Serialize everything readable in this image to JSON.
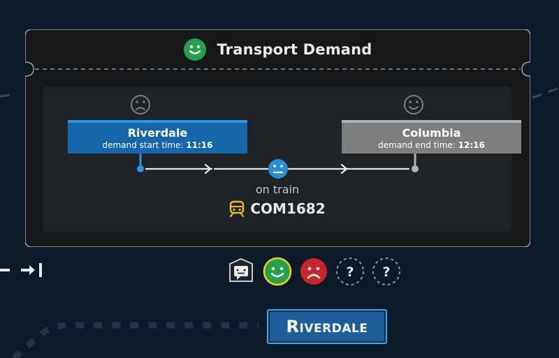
{
  "ticket": {
    "title": "Transport Demand",
    "mood": "happy"
  },
  "route": {
    "start": {
      "name": "Riverdale",
      "time_label": "demand start time: ",
      "time_value": "11:16",
      "mood": "sad"
    },
    "end": {
      "name": "Columbia",
      "time_label": "demand end time: ",
      "time_value": "12:16",
      "mood": "happy"
    },
    "current_mood": "neutral",
    "status_text": "on train",
    "train_id": "COM1682"
  },
  "icons": [
    {
      "name": "chat-bubble-icon",
      "kind": "chat"
    },
    {
      "name": "happy-face-icon",
      "kind": "happy",
      "selected": true
    },
    {
      "name": "sad-face-icon",
      "kind": "sad"
    },
    {
      "name": "unknown-icon-1",
      "kind": "unknown",
      "glyph": "?"
    },
    {
      "name": "unknown-icon-2",
      "kind": "unknown",
      "glyph": "?"
    }
  ],
  "destination_button": {
    "label": "Riverdale"
  },
  "colors": {
    "background": "#0d1a2a",
    "card": "#161719",
    "accent_blue": "#2a96e8",
    "happy_green": "#27a04c",
    "sad_red": "#c8242c",
    "train_yellow": "#e7c21a"
  }
}
